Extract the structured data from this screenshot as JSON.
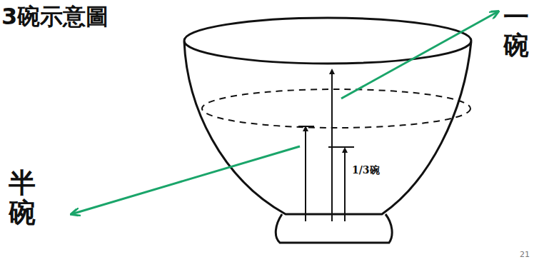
{
  "diagram": {
    "title": "3碗示意圖",
    "labels": [
      "一碗",
      "半碗",
      "1/3碗",
      "21"
    ]
  }
}
